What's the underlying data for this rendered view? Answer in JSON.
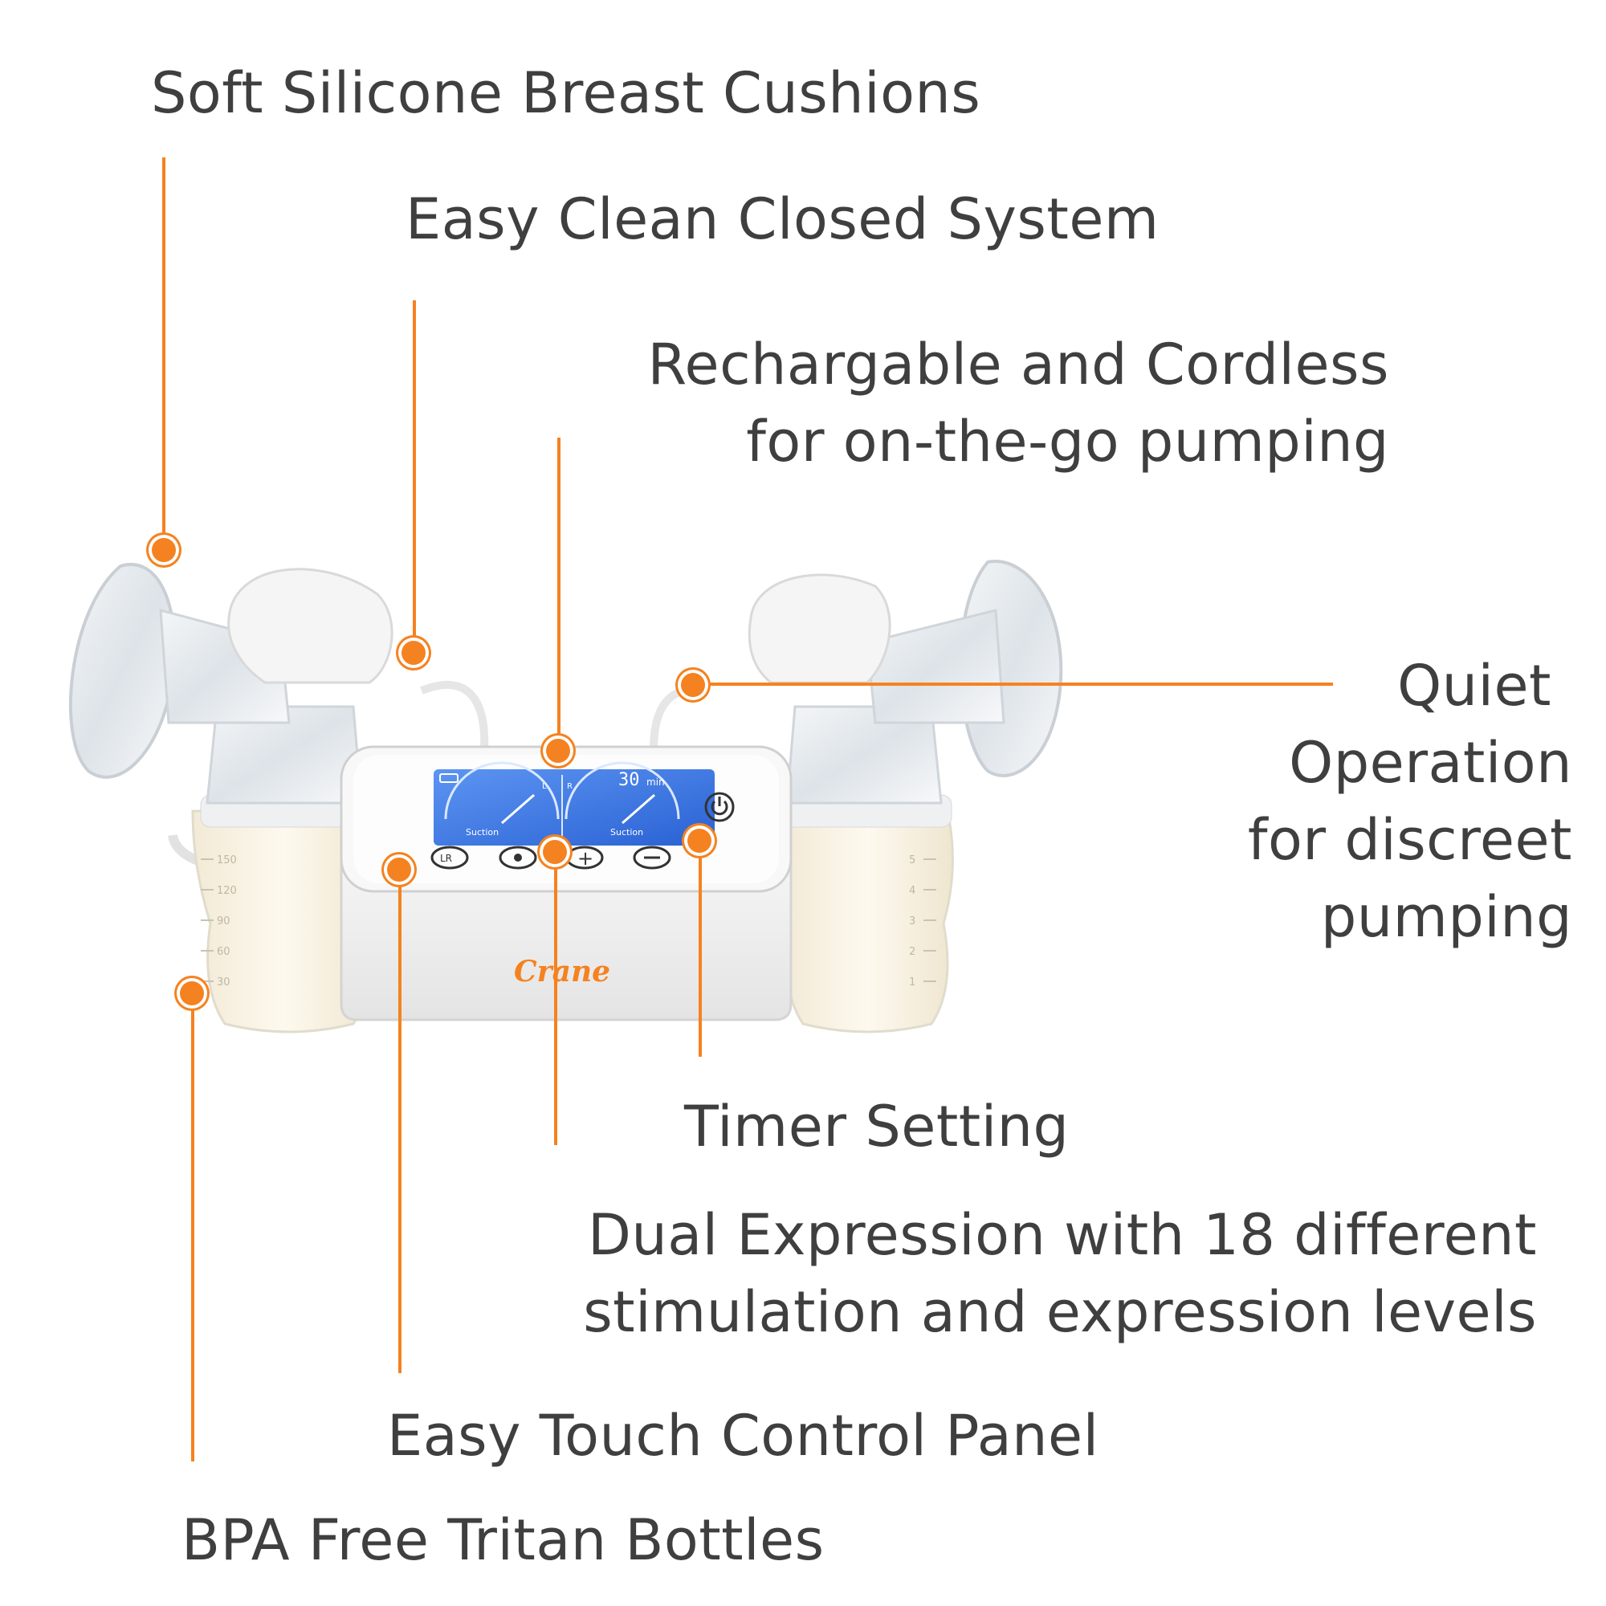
{
  "labels": {
    "cushions": "Soft Silicone Breast Cushions",
    "closed_system": "Easy Clean Closed System",
    "rechargeable_line1": "Rechargable and Cordless",
    "rechargeable_line2": "for on-the-go pumping",
    "quiet_line1": "Quiet",
    "quiet_line2": "Operation",
    "quiet_line3": "for discreet",
    "quiet_line4": "pumping",
    "timer": "Timer Setting",
    "dual_line1": "Dual Expression with 18 different",
    "dual_line2": "stimulation and expression levels",
    "touch_panel": "Easy Touch Control Panel",
    "bottles": "BPA Free Tritan Bottles"
  },
  "device": {
    "brand": "Crane",
    "timer_value": "30",
    "timer_unit": "min",
    "gauge_left_label": "Suction",
    "gauge_right_label": "Suction",
    "channel_left": "L",
    "channel_right": "R",
    "bottle_marks_left": [
      "150",
      "120",
      "90",
      "60",
      "30"
    ],
    "bottle_marks_right": [
      "5",
      "4",
      "3",
      "2",
      "1"
    ]
  },
  "colors": {
    "accent": "#f58220",
    "text": "#3f3f3f",
    "screen": "#2f6fe0"
  },
  "icons": [
    "power-icon",
    "plus-icon",
    "minus-icon",
    "mode-icon",
    "lr-icon",
    "battery-icon"
  ]
}
